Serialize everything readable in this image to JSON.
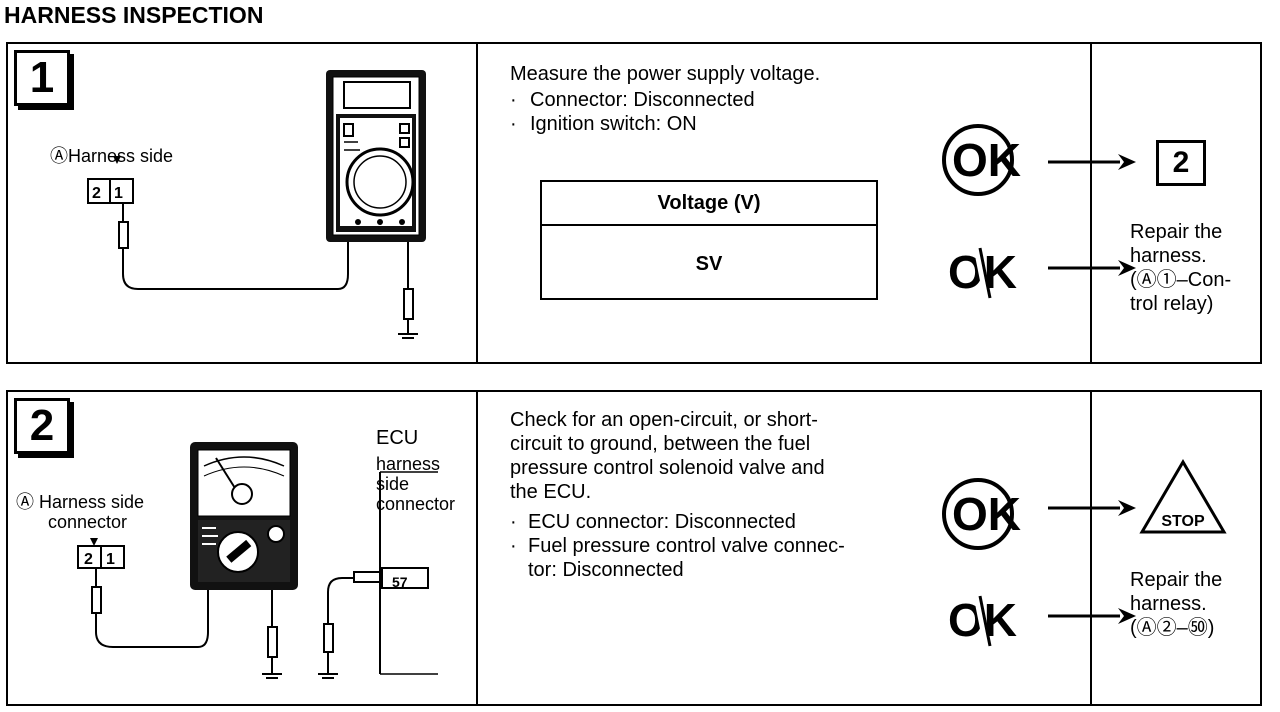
{
  "page": {
    "title": "HARNESS INSPECTION"
  },
  "step1": {
    "number": "1",
    "connector_label": "ⒶHarness side",
    "pin_left": "2",
    "pin_right": "1",
    "instruction": "Measure the power supply voltage.",
    "bullets": [
      "Connector: Disconnected",
      "Ignition switch: ON"
    ],
    "table_header": "Voltage (V)",
    "table_value": "SV",
    "ok_label": "OK",
    "ng_label": "OK",
    "next_step": "2",
    "repair_lines": [
      "Repair  the",
      "harness.",
      "(Ⓐ①–Con-",
      "trol  relay)"
    ]
  },
  "step2": {
    "number": "2",
    "connector_label_1": "Ⓐ Harness side",
    "connector_label_2": "connector",
    "pin_left": "2",
    "pin_right": "1",
    "ecu_label": "ECU",
    "ecu_sub": [
      "harness",
      "side",
      "connector"
    ],
    "ecu_pin": "57",
    "instruction_lines": [
      "Check for an open-circuit, or short-",
      "circuit to ground, between the fuel",
      "pressure control solenoid valve and",
      "the ECU."
    ],
    "bullets": [
      "ECU connector: Disconnected",
      "Fuel pressure control valve connec-"
    ],
    "bullet_cont": "tor: Disconnected",
    "ok_label": "OK",
    "ng_label": "OK",
    "stop_label": "STOP",
    "repair_lines": [
      "Repair  the",
      "harness.",
      "(Ⓐ②–㊿)"
    ]
  }
}
